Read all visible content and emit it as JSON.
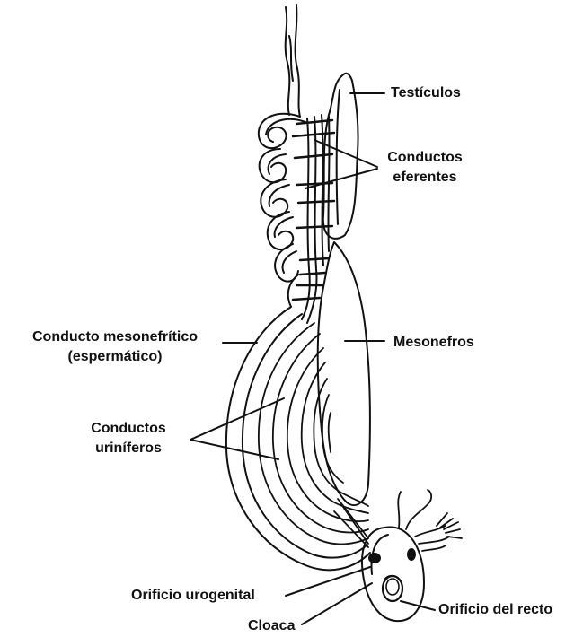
{
  "labels": {
    "testiculos": "Testículos",
    "conductos_eferentes_1": "Conductos",
    "conductos_eferentes_2": "eferentes",
    "mesonefros": "Mesonefros",
    "conducto_mesonefritico_1": "Conducto mesonefrítico",
    "conducto_mesonefritico_2": "(espermático)",
    "conductos_uriniferos_1": "Conductos",
    "conductos_uriniferos_2": "uriníferos",
    "orificio_urogenital": "Orificio urogenital",
    "orificio_recto": "Orificio del recto",
    "cloaca": "Cloaca"
  },
  "colors": {
    "ink": "#111111",
    "background": "#ffffff"
  }
}
